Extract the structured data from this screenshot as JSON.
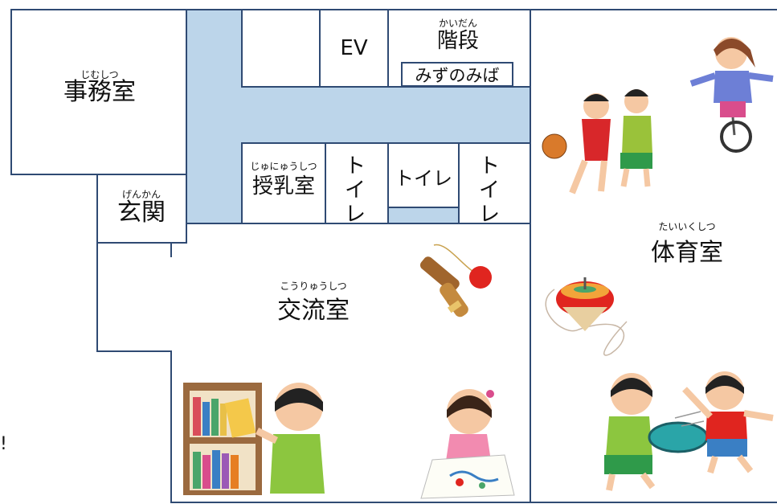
{
  "rooms": {
    "office": {
      "label": "事務室",
      "ruby": "じむしつ"
    },
    "entrance": {
      "label": "玄関",
      "ruby": "げんかん"
    },
    "ev": {
      "label": "EV"
    },
    "stairs": {
      "label": "階段",
      "ruby": "かいだん"
    },
    "water": {
      "label": "みずのみば"
    },
    "nursing": {
      "label": "授乳室",
      "ruby": "じゅにゅうしつ"
    },
    "toilet_left": {
      "chars": [
        "ト",
        "イ",
        "レ"
      ]
    },
    "toilet_center": {
      "label": "トイレ"
    },
    "toilet_right": {
      "chars": [
        "ト",
        "イ",
        "レ"
      ]
    },
    "lounge": {
      "label": "交流室",
      "ruby": "こうりゅうしつ"
    },
    "gym": {
      "label": "体育室",
      "ruby": "たいいくしつ"
    }
  },
  "edge_mark": "!",
  "colors": {
    "wall": "#2f4a73",
    "corridor": "#bcd5ea",
    "floor": "#ffffff"
  },
  "illustrations": [
    "kendama",
    "spinning-top",
    "basketball-players",
    "unicycle-girl",
    "bookshelf-boy",
    "drawing-girl",
    "disc-throwing-boys"
  ]
}
